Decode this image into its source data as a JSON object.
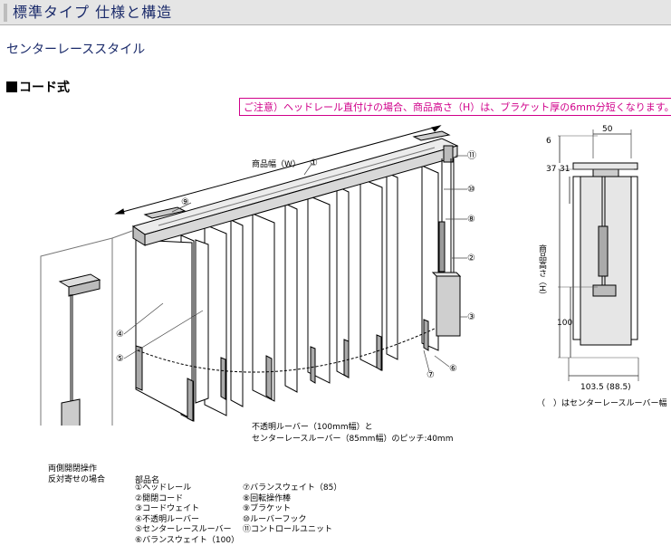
{
  "header": {
    "title": "標準タイプ 仕様と構造"
  },
  "subtitle": "センターレーススタイル",
  "method_title": "コード式",
  "note": "ご注意）ヘッドレール直付けの場合、商品高さ（H）は、ブラケット厚の6mm分短くなります。",
  "diagram": {
    "width_label": "商品幅（W）",
    "height_label": "商品高さ（H）",
    "callouts": [
      "⑪",
      "⑩",
      "⑧",
      "②",
      "③",
      "⑥",
      "⑦",
      "①",
      "⑨",
      "④",
      "⑤"
    ],
    "dims": {
      "top_width": "50",
      "d6": "6",
      "d37": "37",
      "d31": "31",
      "d100": "100",
      "bottom_width": "103.5 (88.5)"
    },
    "bracket_note": "（　）はセンターレースルーバー幅",
    "pitch_note_lines": [
      "不透明ルーバー（100mm幅）と",
      "センターレースルーバー（85mm幅）のピッチ:40mm"
    ],
    "double_note_lines": [
      "両側開閉操作",
      "反対寄せの場合"
    ]
  },
  "parts": {
    "title": "部品名",
    "left": [
      "①ヘッドレール",
      "②開閉コード",
      "③コードウェイト",
      "④不透明ルーバー",
      "⑤センターレースルーバー",
      "⑥バランスウェイト（100）"
    ],
    "right": [
      "⑦バランスウェイト（85）",
      "⑧回転操作棒",
      "⑨ブラケット",
      "⑩ルーバーフック",
      "⑪コントロールユニット"
    ]
  }
}
